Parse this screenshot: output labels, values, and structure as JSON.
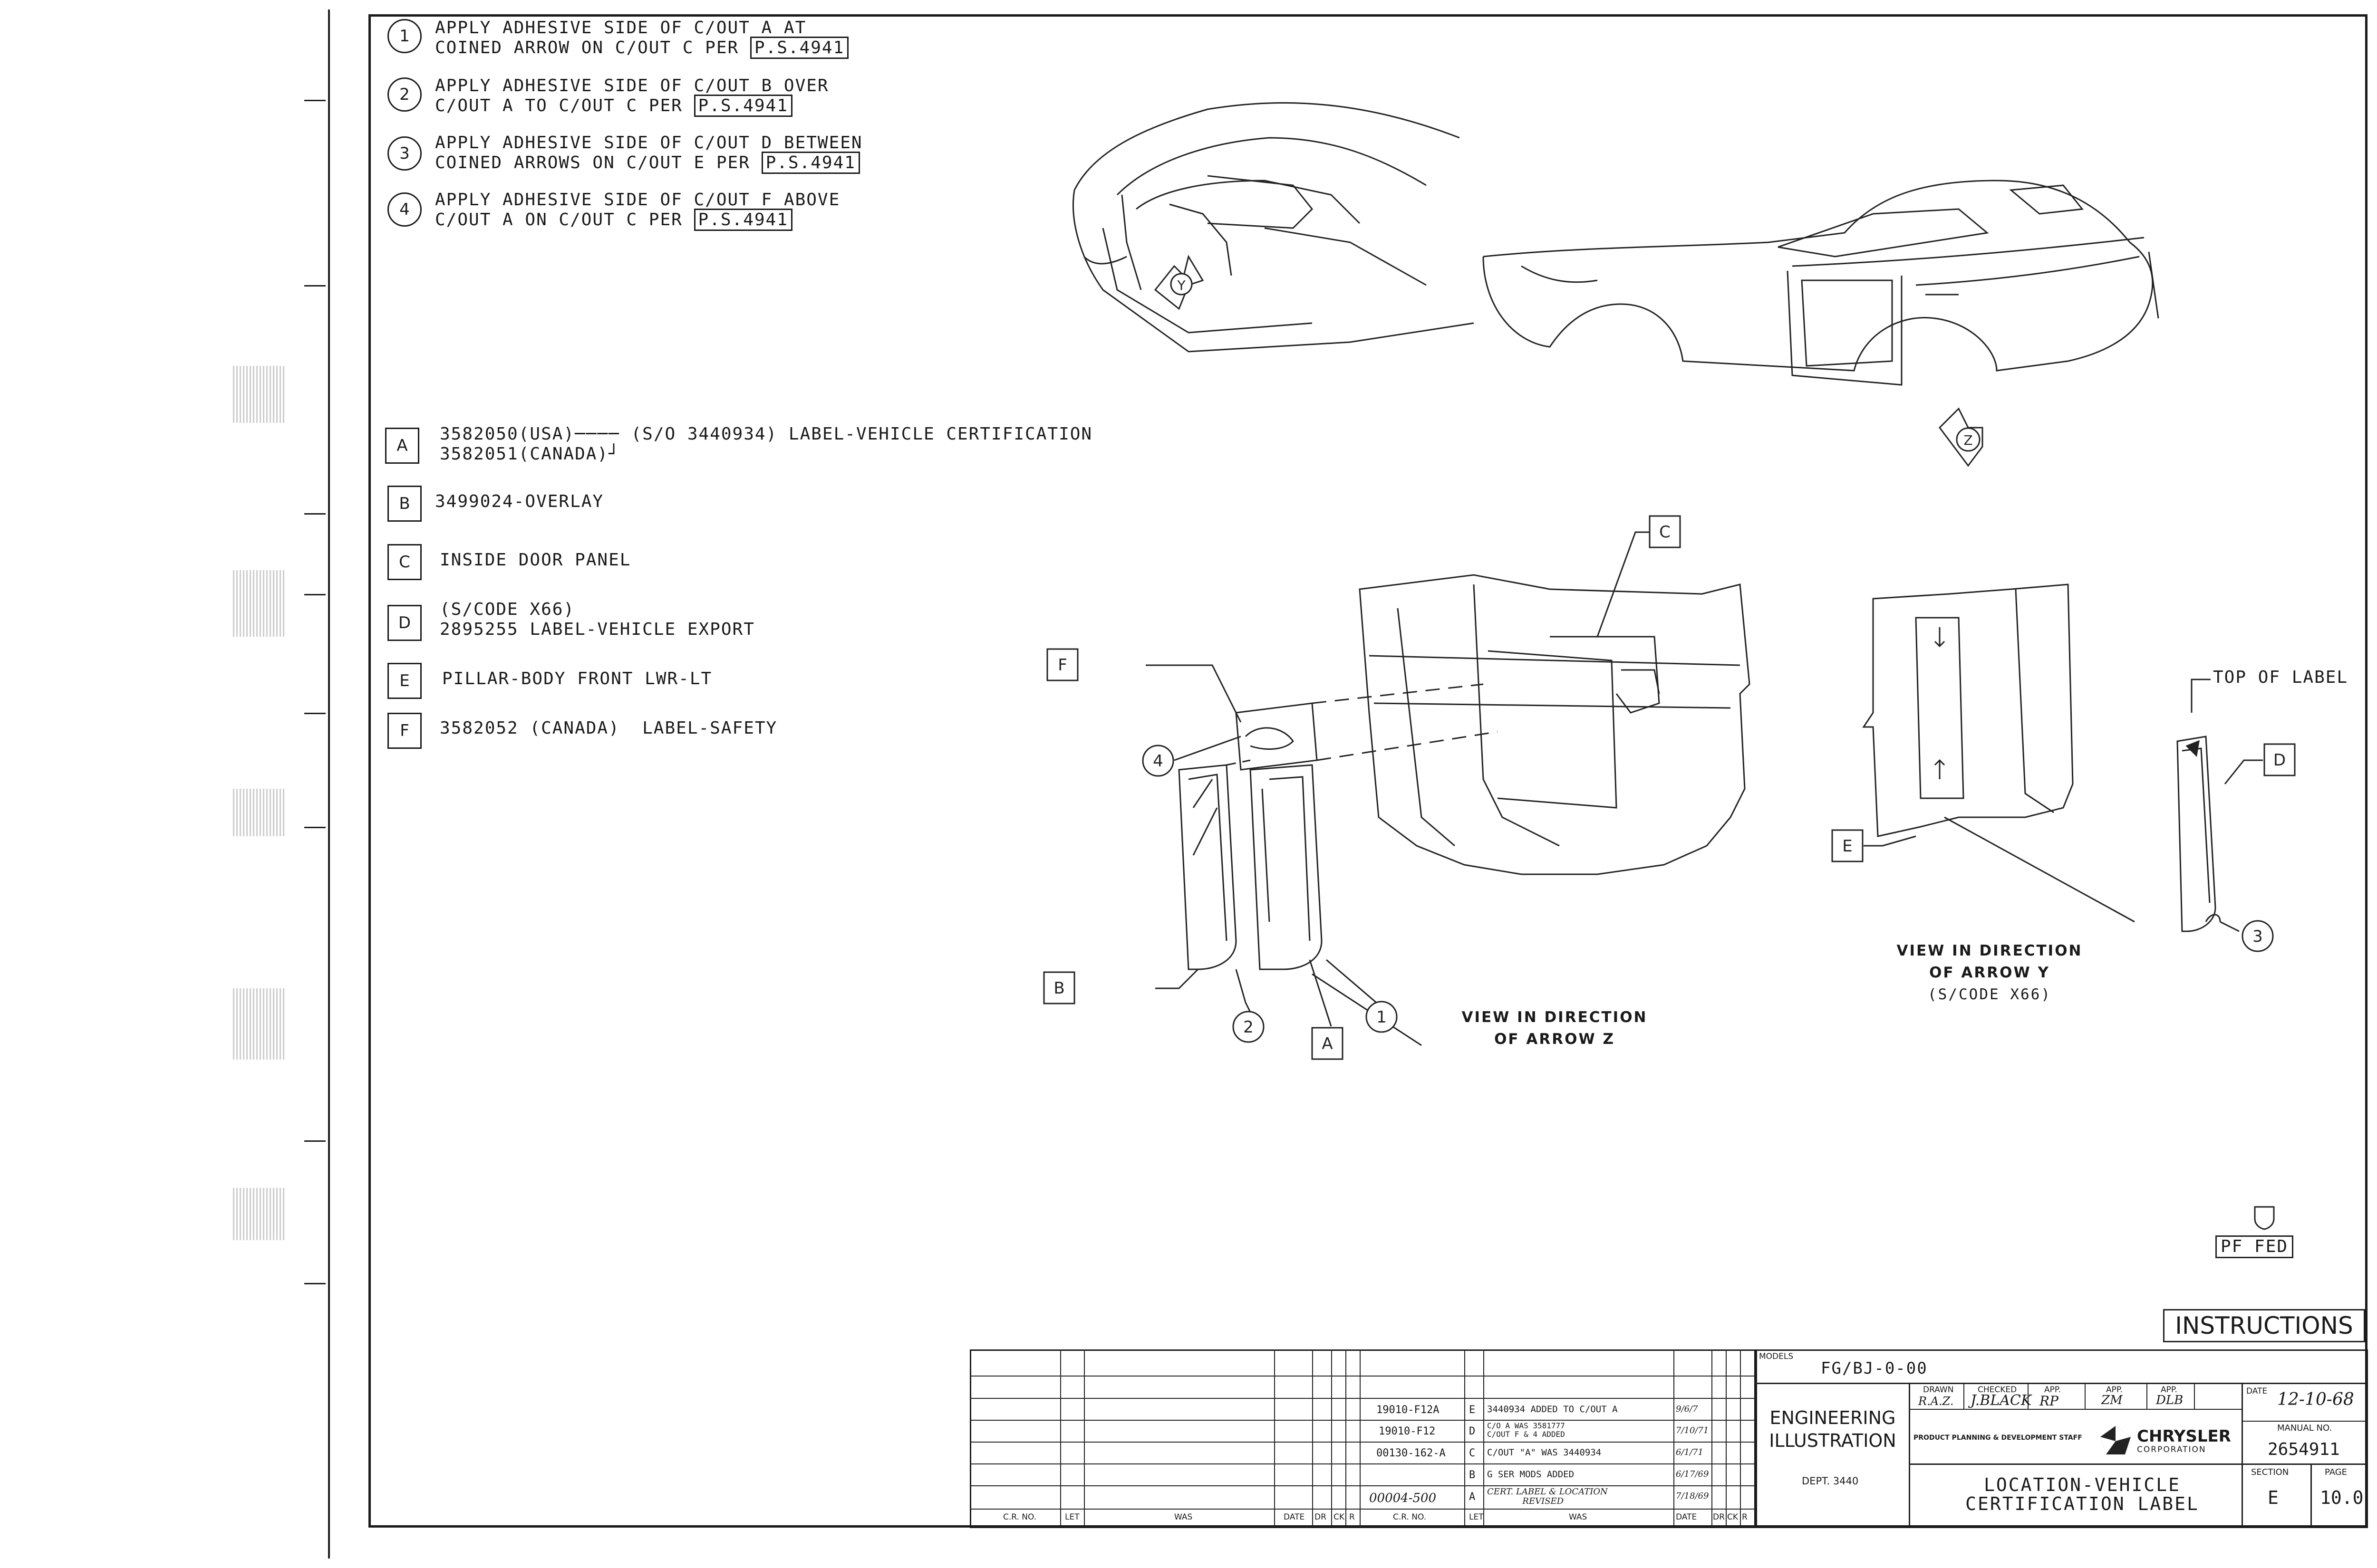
{
  "notes": [
    {
      "num": "1",
      "line1": "APPLY ADHESIVE SIDE OF C/OUT A AT",
      "line2": "COINED ARROW ON C/OUT C PER",
      "ref": "P.S.4941"
    },
    {
      "num": "2",
      "line1": "APPLY ADHESIVE SIDE OF C/OUT B OVER",
      "line2": "C/OUT A TO C/OUT C PER",
      "ref": "P.S.4941"
    },
    {
      "num": "3",
      "line1": "APPLY ADHESIVE SIDE OF C/OUT D BETWEEN",
      "line2": "COINED ARROWS ON C/OUT E PER",
      "ref": "P.S.4941"
    },
    {
      "num": "4",
      "line1": "APPLY ADHESIVE SIDE OF C/OUT F ABOVE",
      "line2": "C/OUT A ON C/OUT C PER",
      "ref": "P.S.4941"
    }
  ],
  "parts": [
    {
      "letter": "A",
      "line1": "3582050(USA)",
      "line1b": "(S/O 3440934) LABEL-VEHICLE CERTIFICATION",
      "line2": "3582051(CANADA)"
    },
    {
      "letter": "B",
      "line1": "3499024-OVERLAY"
    },
    {
      "letter": "C",
      "line1": "INSIDE DOOR PANEL"
    },
    {
      "letter": "D",
      "line1": "(S/CODE X66)",
      "line2": "2895255 LABEL-VEHICLE EXPORT"
    },
    {
      "letter": "E",
      "line1": "PILLAR-BODY FRONT LWR-LT"
    },
    {
      "letter": "F",
      "line1": "3582052 (CANADA)  LABEL-SAFETY"
    }
  ],
  "views": {
    "y_arrow": "Y",
    "z_arrow": "Z",
    "view_z_line1": "VIEW IN DIRECTION",
    "view_z_line2": "OF ARROW Z",
    "view_y_line1": "VIEW IN DIRECTION",
    "view_y_line2": "OF ARROW Y",
    "view_y_line3": "(S/CODE X66)",
    "top_of_label": "TOP OF LABEL",
    "callouts": {
      "A": "A",
      "B": "B",
      "C": "C",
      "D": "D",
      "E": "E",
      "F": "F",
      "n1": "1",
      "n2": "2",
      "n3": "3",
      "n4": "4"
    }
  },
  "pf_fed": "PF FED",
  "title_block": {
    "instructions": "INSTRUCTIONS",
    "models_label": "MODELS",
    "models": "FG/BJ-0-00",
    "dept_line1": "ENGINEERING",
    "dept_line2": "ILLUSTRATION",
    "dept_no": "DEPT. 3440",
    "drawn_label": "DRAWN",
    "drawn": "R.A.Z.",
    "checked_label": "CHECKED",
    "checked": "J.BLACK",
    "app1_label": "APP.",
    "app1": "RP",
    "app2_label": "APP.",
    "app2": "ZM",
    "app3_label": "APP.",
    "app3": "DLB",
    "date_label": "DATE",
    "date": "12-10-68",
    "staff": "PRODUCT PLANNING & DEVELOPMENT STAFF",
    "company1": "CHRYSLER",
    "company2": "CORPORATION",
    "manual_label": "MANUAL NO.",
    "manual": "2654911",
    "title1": "LOCATION-VEHICLE",
    "title2": "CERTIFICATION LABEL",
    "section_label": "SECTION",
    "section": "E",
    "page_label": "PAGE",
    "page": "10.0"
  },
  "revisions": {
    "headers": {
      "crno": "C.R. NO.",
      "let": "LET",
      "was": "WAS",
      "date": "DATE",
      "dr": "DR",
      "ck": "CK",
      "r": "R"
    },
    "rows": [
      {
        "crno": "19010-F12A",
        "let": "E",
        "desc": "3440934 ADDED TO C/OUT A",
        "date": "9/6/7"
      },
      {
        "crno": "19010-F12",
        "let": "D",
        "desc": "C/O A WAS 3581777",
        "desc2": "C/OUT F & 4 ADDED",
        "date": "7/10/71"
      },
      {
        "crno": "00130-162-A",
        "let": "C",
        "desc": "C/OUT \"A\" WAS 3440934",
        "date": "6/1/71"
      },
      {
        "crno": "",
        "let": "B",
        "desc": "G SER MODS ADDED",
        "date": "6/17/69"
      },
      {
        "crno": "00004-500",
        "let": "A",
        "desc": "CERT. LABEL & LOCATION",
        "desc2": "REVISED",
        "date": "7/18/69"
      }
    ]
  }
}
